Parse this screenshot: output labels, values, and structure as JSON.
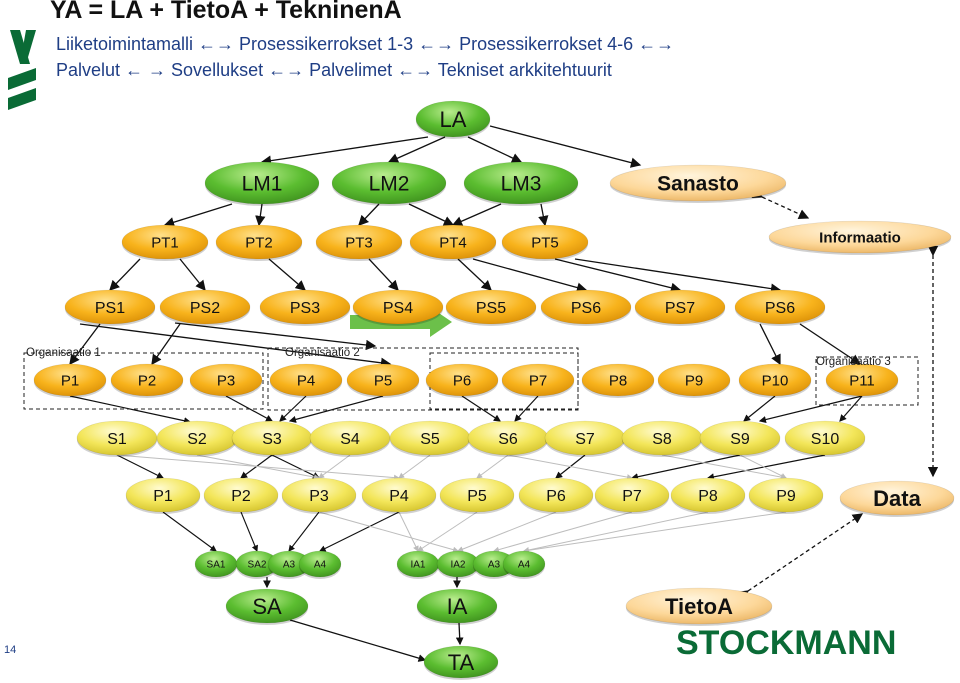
{
  "title": "YA = LA + TietoA + TekninenA",
  "subtitle_line1": "Liiketoimintamalli ←→ Prosessikerrokset 1-3 ←→ Prosessikerrokset 4-6 ←→",
  "subtitle_line2": "Palvelut ← → Sovellukset ←→ Palvelimet ←→ Tekniset arkkitehtuurit",
  "page_number": "14",
  "brand": "STOCKMANN",
  "org_labels": [
    "Organisaatio 1",
    "Organisaatio 2",
    "Organisaatio 3"
  ],
  "colors": {
    "green": "#4caf2a",
    "orange": "#f8b31c",
    "yellow": "#f3e65a",
    "peach": "#fdd89a",
    "arrow_green": "#6cc04a",
    "text_blue": "#1f3e85",
    "brand_green": "#0a6b36"
  },
  "nodes": {
    "LA": "LA",
    "LM": [
      "LM1",
      "LM2",
      "LM3"
    ],
    "sanasto": "Sanasto",
    "informaatio": "Informaatio",
    "PT": [
      "PT1",
      "PT2",
      "PT3",
      "PT4",
      "PT5"
    ],
    "PS": [
      "PS1",
      "PS2",
      "PS3",
      "PS4",
      "PS5",
      "PS6",
      "PS7",
      "PS6"
    ],
    "P_upper": [
      "P1",
      "P2",
      "P3",
      "P4",
      "P5",
      "P6",
      "P7",
      "P8",
      "P9",
      "P10",
      "P11"
    ],
    "S": [
      "S1",
      "S2",
      "S3",
      "S4",
      "S5",
      "S6",
      "S7",
      "S8",
      "S9",
      "S10"
    ],
    "P_lower": [
      "P1",
      "P2",
      "P3",
      "P4",
      "P5",
      "P6",
      "P7",
      "P8",
      "P9"
    ],
    "data": "Data",
    "SA_small": [
      "SA1",
      "SA2",
      "A3",
      "A4"
    ],
    "IA_small": [
      "IA1",
      "IA2",
      "A3",
      "A4"
    ],
    "SA": "SA",
    "IA": "IA",
    "TA": "TA",
    "tietoa": "TietoA"
  }
}
